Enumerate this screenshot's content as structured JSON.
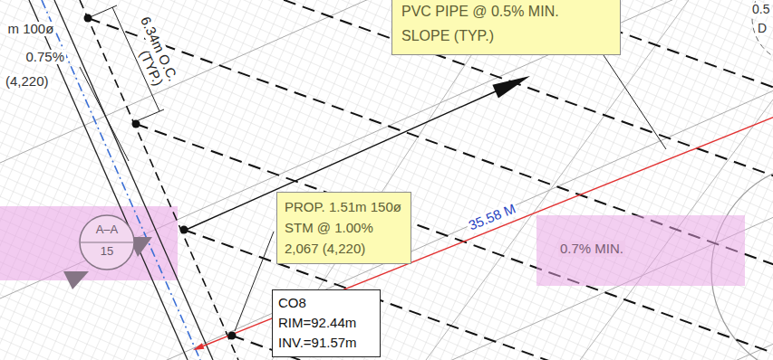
{
  "diagram": {
    "nodes": [
      {
        "text": [
          "PVC PIPE @ 0.5% MIN. SLOPE (TYP.)"
        ]
      },
      {
        "text": [
          "PROP. 1.51m 150ø STM @ 1.00% 2,067 (4,220)"
        ]
      },
      {
        "text": [
          "A–A",
          "15"
        ]
      },
      {
        "text": [
          "0.7% MIN."
        ]
      },
      {
        "text": [
          "CO8",
          "RIM=92.44m",
          "INV.=91.57m"
        ]
      }
    ],
    "labels": [
      "6.34m O.C.",
      "(TYP.)",
      "m 100ø",
      "0.75%",
      "(4,220)",
      "35.58 M",
      "0.5",
      "D"
    ]
  }
}
